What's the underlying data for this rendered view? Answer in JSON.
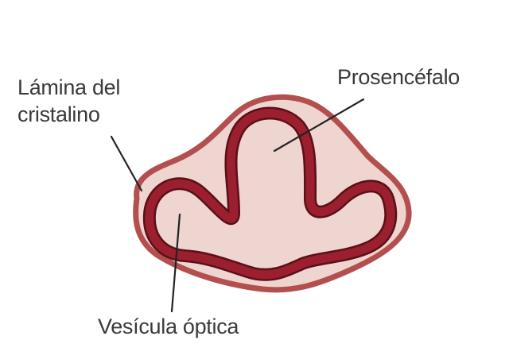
{
  "labels": {
    "lens_line1": "Lámina del",
    "lens_line2": "cristalino",
    "prosencephalon": "Prosencéfalo",
    "optic_vesicle": "Vesícula óptica"
  },
  "colors": {
    "outer_tissue_fill": "#efd5d0",
    "outer_tissue_stroke": "#b3504f",
    "neural_wall": "#9b1f2e",
    "neural_wall_edge": "#5a1018",
    "leader_line": "#222222",
    "text": "#3a3a3a"
  }
}
